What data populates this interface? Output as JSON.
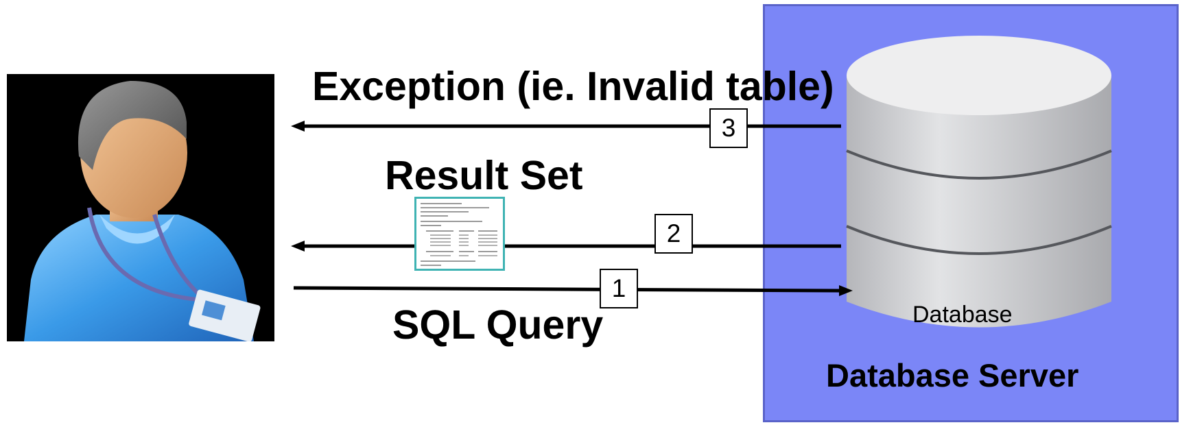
{
  "diagram": {
    "exception_label": "Exception (ie. Invalid table)",
    "result_label": "Result Set",
    "query_label": "SQL Query",
    "server_label": "Database Server",
    "database_label": "Database",
    "steps": [
      {
        "number": "1",
        "direction": "user-to-database"
      },
      {
        "number": "2",
        "direction": "database-to-user"
      },
      {
        "number": "3",
        "direction": "database-to-user"
      }
    ]
  },
  "icons": {
    "user": "user-with-badge-icon",
    "database": "database-cylinder-icon",
    "document": "result-set-document-icon"
  },
  "colors": {
    "server_background": "#7b86f7",
    "user_background": "#000000",
    "cylinder": "#c9cacd"
  }
}
